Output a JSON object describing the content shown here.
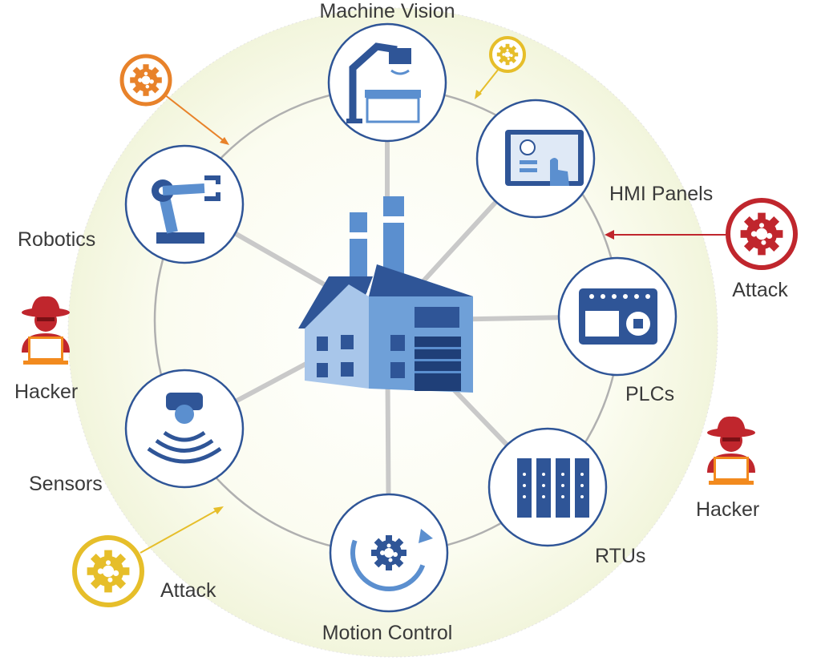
{
  "nodes": {
    "machine_vision": "Machine Vision",
    "hmi_panels": "HMI Panels",
    "plcs": "PLCs",
    "rtus": "RTUs",
    "motion_control": "Motion Control",
    "sensors": "Sensors",
    "robotics": "Robotics"
  },
  "threats": {
    "hacker_left": "Hacker",
    "hacker_right": "Hacker",
    "attack_right": "Attack",
    "attack_bottom": "Attack"
  },
  "colors": {
    "node_blue": "#2f5597",
    "icon_blue": "#3a6db5",
    "attack_red": "#c0262d",
    "attack_orange": "#e8822a",
    "attack_yellow": "#e6be2a",
    "ring_gray": "#b0b0b0"
  }
}
